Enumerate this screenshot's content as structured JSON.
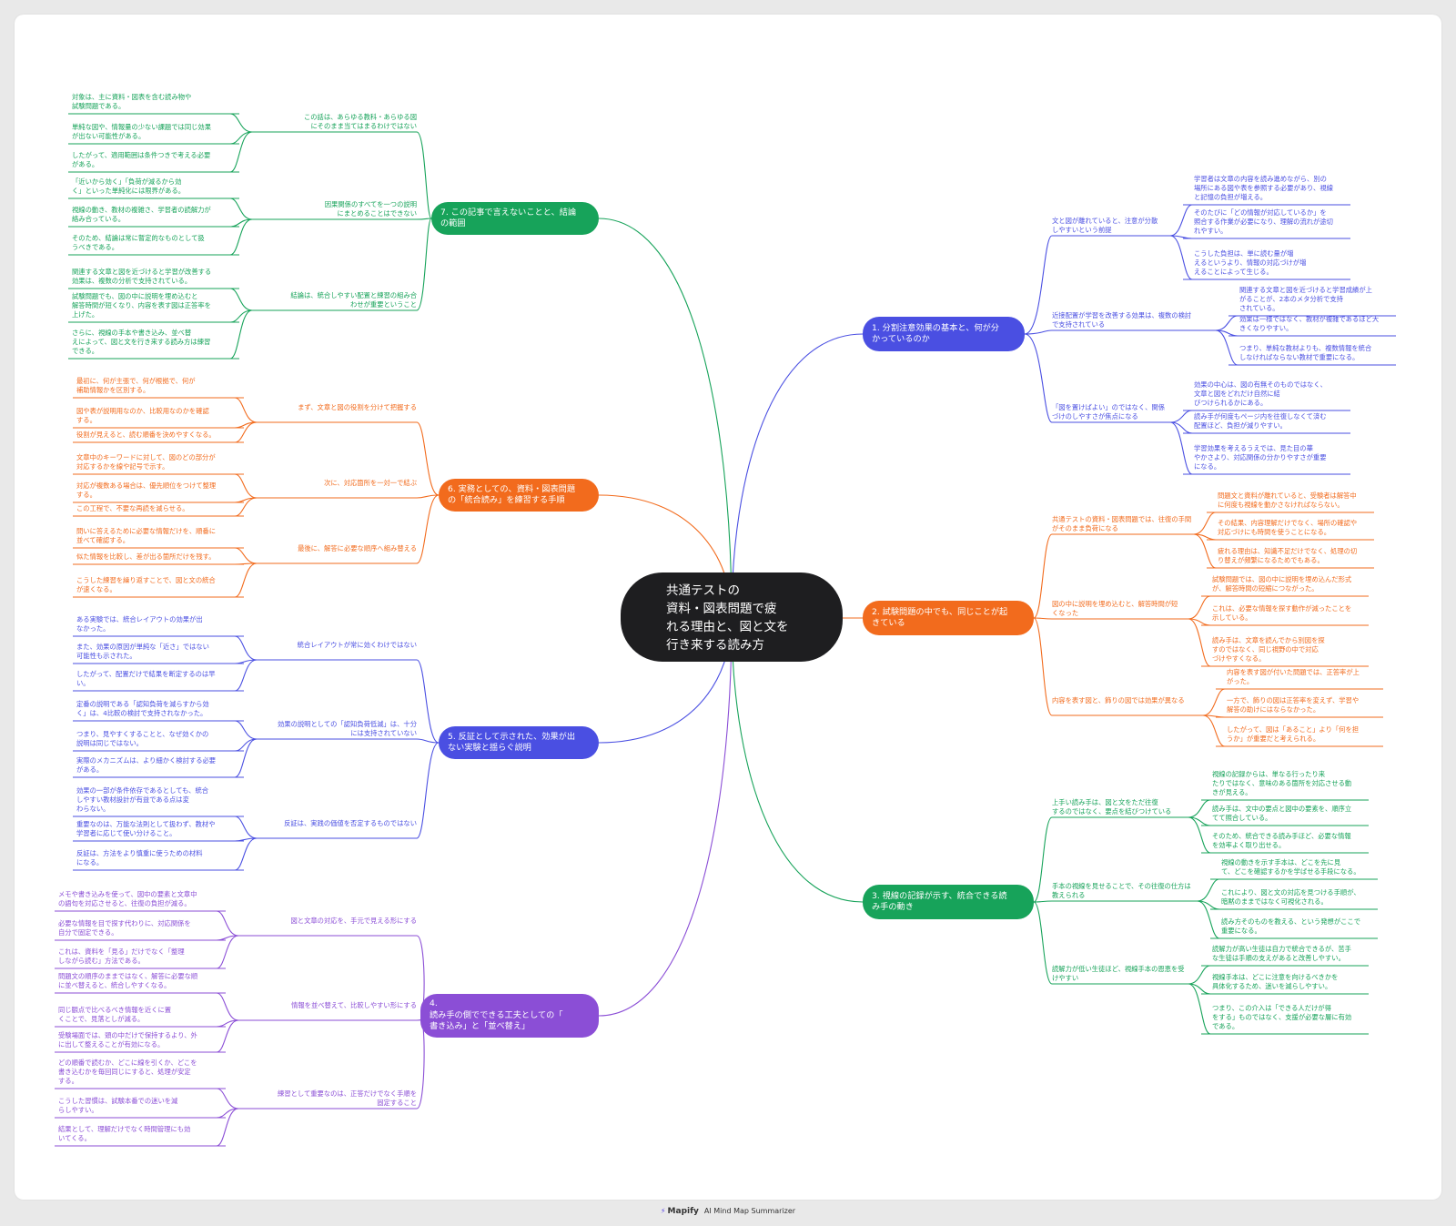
{
  "center": {
    "title": "共通テストの\n資料・図表問題で疲\nれる理由と、図と文を\n行き来する読み方"
  },
  "footer": {
    "brand": "Mapify",
    "tagline": "AI Mind Map Summarizer"
  },
  "colors": {
    "blue": "#4a4fe2",
    "orange": "#f26b1d",
    "green": "#17a35a",
    "purple": "#8b4ed6",
    "dark": "#1e1e20"
  },
  "branches": [
    {
      "id": "b1",
      "color": "#4a4fe2",
      "label": "1. 分割注意効果の基本と、何が分\nかっているのか",
      "side": "right",
      "subs": [
        {
          "label": "文と図が離れていると、注意が分散\nしやすいという前提",
          "leaves": [
            "学習者は文章の内容を読み進めながら、別の\n場所にある図や表を参照する必要があり、視線\nと記憶の負担が増える。",
            "そのたびに「どの情報が対応しているか」を\n照合する作業が必要になり、理解の流れが途切\nれやすい。",
            "こうした負担は、単に読む量が増\nえるというより、情報の対応づけが増\nえることによって生じる。"
          ]
        },
        {
          "label": "近接配置が学習を改善する効果は、複数の検討\nで支持されている",
          "leaves": [
            "関連する文章と図を近づけると学習成績が上\nがることが、2本のメタ分析で支持\nされている。",
            "効果は一様ではなく、教材が複雑であるほど大\nきくなりやすい。",
            "つまり、単純な教材よりも、複数情報を統合\nしなければならない教材で重要になる。"
          ]
        },
        {
          "label": "「図を置けばよい」のではなく、関係\nづけのしやすさが焦点になる",
          "leaves": [
            "効果の中心は、図の有無そのものではなく、\n文章と図をどれだけ自然に結\nびつけられるかにある。",
            "読み手が何度もページ内を往復しなくて済む\n配置ほど、負担が減りやすい。",
            "学習効果を考えるうえでは、見た目の華\nやかさより、対応関係の分かりやすさが重要\nになる。"
          ]
        }
      ]
    },
    {
      "id": "b2",
      "color": "#f26b1d",
      "label": "2. 試験問題の中でも、同じことが起\nきている",
      "side": "right",
      "subs": [
        {
          "label": "共通テストの資料・図表問題では、往復の手間\nがそのまま負荷になる",
          "leaves": [
            "問題文と資料が離れていると、受験者は解答中\nに何度も視線を動かさなければならない。",
            "その結果、内容理解だけでなく、場所の確認や\n対応づけにも時間を使うことになる。",
            "疲れる理由は、知識不足だけでなく、処理の切\nり替えが頻繁になるためでもある。"
          ]
        },
        {
          "label": "図の中に説明を埋め込むと、解答時間が短\nくなった",
          "leaves": [
            "試験問題では、図の中に説明を埋め込んだ形式\nが、解答時間の短縮につながった。",
            "これは、必要な情報を探す動作が減ったことを\n示している。",
            "読み手は、文章を読んでから別図を探\nすのではなく、同じ視野の中で対応\nづけやすくなる。"
          ]
        },
        {
          "label": "内容を表す図と、飾りの図では効果が異なる",
          "leaves": [
            "内容を表す図が付いた問題では、正答率が上\nがった。",
            "一方で、飾りの図は正答率を変えず、学習や\n解答の助けにはならなかった。",
            "したがって、図は「あること」より「何を担\nうか」が重要だと考えられる。"
          ]
        }
      ]
    },
    {
      "id": "b3",
      "color": "#17a35a",
      "label": "3. 視線の記録が示す、統合できる読\nみ手の動き",
      "side": "right",
      "subs": [
        {
          "label": "上手い読み手は、図と文をただ往復\nするのではなく、要点を結びつけている",
          "leaves": [
            "視線の記録からは、単なる行ったり来\nたりではなく、意味のある箇所を対応させる動\nきが見える。",
            "読み手は、文中の要点と図中の要素を、順序立\nてて照合している。",
            "そのため、統合できる読み手ほど、必要な情報\nを効率よく取り出せる。"
          ]
        },
        {
          "label": "手本の視線を見せることで、その往復の仕方は\n教えられる",
          "leaves": [
            "視線の動きを示す手本は、どこを先に見\nて、どこを確認するかを学ばせる手段になる。",
            "これにより、図と文の対応を見つける手順が、\n暗黙のままではなく可視化される。",
            "読み方そのものを教える、という発想がここで\n重要になる。"
          ]
        },
        {
          "label": "読解力が低い生徒ほど、視線手本の恩恵を受\nけやすい",
          "leaves": [
            "読解力が高い生徒は自力で統合できるが、苦手\nな生徒は手順の支えがあると改善しやすい。",
            "視線手本は、どこに注意を向けるべきかを\n具体化するため、迷いを減らしやすい。",
            "つまり、この介入は「できる人だけが得\nをする」ものではなく、支援が必要な層に有効\nである。"
          ]
        }
      ]
    },
    {
      "id": "b4",
      "color": "#8b4ed6",
      "label": "4.\n読み手の側でできる工夫としての「\n書き込み」と「並べ替え」",
      "side": "left",
      "subs": [
        {
          "label": "図と文章の対応を、手元で見える形にする",
          "leaves": [
            "メモや書き込みを使って、図中の要素と文章中\nの語句を対応させると、往復の負担が減る。",
            "必要な情報を目で探す代わりに、対応関係を\n自分で固定できる。",
            "これは、資料を「見る」だけでなく「整理\nしながら読む」方法である。"
          ]
        },
        {
          "label": "情報を並べ替えて、比較しやすい形にする",
          "leaves": [
            "問題文の順序のままではなく、解答に必要な順\nに並べ替えると、統合しやすくなる。",
            "同じ観点で比べるべき情報を近くに置\nくことで、見落としが減る。",
            "受験場面では、頭の中だけで保持するより、外\nに出して整えることが有効になる。"
          ]
        },
        {
          "label": "練習として重要なのは、正答だけでなく手順を\n固定すること",
          "leaves": [
            "どの順番で読むか、どこに線を引くか、どこを\n書き込むかを毎回同じにすると、処理が安定\nする。",
            "こうした習慣は、試験本番での迷いを減\nらしやすい。",
            "結果として、理解だけでなく時間管理にも効\nいてくる。"
          ]
        }
      ]
    },
    {
      "id": "b5",
      "color": "#4a4fe2",
      "label": "5. 反証として示された、効果が出\nない実験と揺らぐ説明",
      "side": "left",
      "subs": [
        {
          "label": "統合レイアウトが常に効くわけではない",
          "leaves": [
            "ある実験では、統合レイアウトの効果が出\nなかった。",
            "また、効果の原因が単純な「近さ」ではない\n可能性も示された。",
            "したがって、配置だけで結果を断定するのは早\nい。"
          ]
        },
        {
          "label": "効果の説明としての「認知負荷低減」は、十分\nには支持されていない",
          "leaves": [
            "定番の説明である「認知負荷を減らすから効\nく」は、4比較の検討で支持されなかった。",
            "つまり、見やすくすることと、なぜ効くかの\n説明は同じではない。",
            "実際のメカニズムは、より細かく検討する必要\nがある。"
          ]
        },
        {
          "label": "反証は、実践の価値を否定するものではない",
          "leaves": [
            "効果の一部が条件依存であるとしても、統合\nしやすい教材設計が有益である点は変\nわらない。",
            "重要なのは、万能な法則として扱わず、教材や\n学習者に応じて使い分けること。",
            "反証は、方法をより慎重に使うための材料\nになる。"
          ]
        }
      ]
    },
    {
      "id": "b6",
      "color": "#f26b1d",
      "label": "6. 実務としての、資料・図表問題\nの「統合読み」を練習する手順",
      "side": "left",
      "subs": [
        {
          "label": "まず、文章と図の役割を分けて把握する",
          "leaves": [
            "最初に、何が主張で、何が根拠で、何が\n補助情報かを区別する。",
            "図や表が説明用なのか、比較用なのかを確認\nする。",
            "役割が見えると、読む順番を決めやすくなる。"
          ]
        },
        {
          "label": "次に、対応箇所を一対一で結ぶ",
          "leaves": [
            "文章中のキーワードに対して、図のどの部分が\n対応するかを線や記号で示す。",
            "対応が複数ある場合は、優先順位をつけて整理\nする。",
            "この工程で、不要な再読を減らせる。"
          ]
        },
        {
          "label": "最後に、解答に必要な順序へ組み替える",
          "leaves": [
            "問いに答えるために必要な情報だけを、順番に\n並べて確認する。",
            "似た情報を比較し、差が出る箇所だけを残す。",
            "こうした練習を繰り返すことで、図と文の統合\nが速くなる。"
          ]
        }
      ]
    },
    {
      "id": "b7",
      "color": "#17a35a",
      "label": "7. この記事で言えないことと、結論\nの範囲",
      "side": "left",
      "subs": [
        {
          "label": "この話は、あらゆる教科・あらゆる図\nにそのまま当てはまるわけではない",
          "leaves": [
            "対象は、主に資料・図表を含む読み物や\n試験問題である。",
            "単純な図や、情報量の少ない課題では同じ効果\nが出ない可能性がある。",
            "したがって、適用範囲は条件つきで考える必要\nがある。"
          ]
        },
        {
          "label": "因果関係のすべてを一つの説明\nにまとめることはできない",
          "leaves": [
            "「近いから効く」「負荷が減るから効\nく」といった単純化には限界がある。",
            "視線の動き、教材の複雑さ、学習者の読解力が\n絡み合っている。",
            "そのため、結論は常に暫定的なものとして扱\nうべきである。"
          ]
        },
        {
          "label": "結論は、統合しやすい配置と練習の組み合\nわせが重要ということ",
          "leaves": [
            "関連する文章と図を近づけると学習が改善する\n効果は、複数の分析で支持されている。",
            "試験問題でも、図の中に説明を埋め込むと\n解答時間が短くなり、内容を表す図は正答率を\n上げた。",
            "さらに、視線の手本や書き込み、並べ替\nえによって、図と文を行き来する読み方は練習\nできる。"
          ]
        }
      ]
    }
  ]
}
